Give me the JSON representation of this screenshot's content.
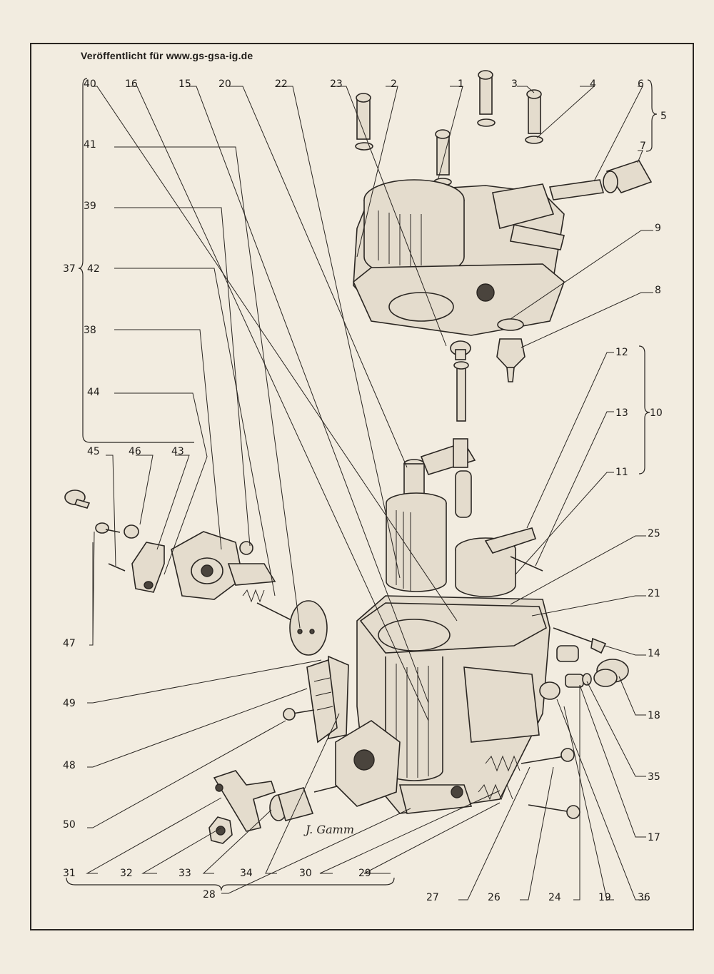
{
  "header": {
    "publisher_text": "Veröffentlicht für  www.gs-gsa-ig.de"
  },
  "diagram": {
    "signature": "J. Gamm",
    "part_numbers": {
      "p1": "1",
      "p2": "2",
      "p3": "3",
      "p4": "4",
      "p5": "5",
      "p6": "6",
      "p7": "7",
      "p8": "8",
      "p9": "9",
      "p10": "10",
      "p11": "11",
      "p12": "12",
      "p13": "13",
      "p14": "14",
      "p15": "15",
      "p16": "16",
      "p17": "17",
      "p18": "18",
      "p19": "19",
      "p20": "20",
      "p21": "21",
      "p22": "22",
      "p23": "23",
      "p24": "24",
      "p25": "25",
      "p26": "26",
      "p27": "27",
      "p28": "28",
      "p29": "29",
      "p30": "30",
      "p31": "31",
      "p32": "32",
      "p33": "33",
      "p34": "34",
      "p35": "35",
      "p36": "36",
      "p37": "37",
      "p38": "38",
      "p39": "39",
      "p40": "40",
      "p41": "41",
      "p42": "42",
      "p43": "43",
      "p44": "44",
      "p45": "45",
      "p46": "46",
      "p47": "47",
      "p48": "48",
      "p49": "49",
      "p50": "50"
    }
  }
}
